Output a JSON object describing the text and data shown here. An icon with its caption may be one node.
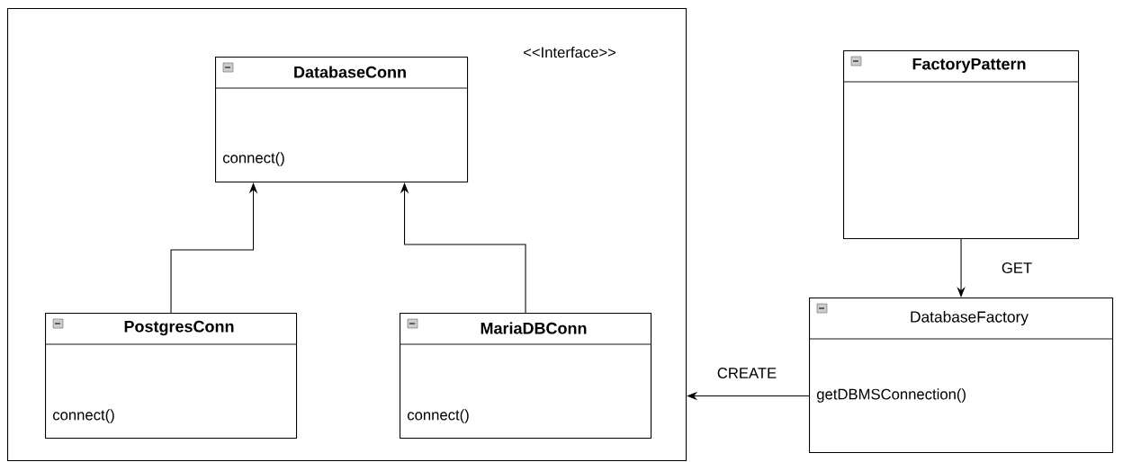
{
  "diagram": {
    "nodes": [
      {
        "text": [
          "<<Interface>>"
        ]
      },
      {
        "text": [
          "DatabaseConn",
          "connect()"
        ],
        "in": 0
      },
      {
        "text": [
          "PostgresConn",
          "connect()"
        ],
        "in": 0
      },
      {
        "text": [
          "MariaDBConn",
          "connect()"
        ],
        "in": 0
      },
      {
        "text": [
          "FactoryPattern"
        ]
      },
      {
        "text": [
          "DatabaseFactory",
          "getDBMSConnection()"
        ]
      }
    ],
    "edges": [
      {
        "from": 2,
        "to": 1,
        "arrow": "to"
      },
      {
        "from": 3,
        "to": 1,
        "arrow": "to"
      },
      {
        "from": 4,
        "to": 5,
        "arrow": "to",
        "label": "GET"
      },
      {
        "from": 5,
        "to": 0,
        "arrow": "to",
        "label": "CREATE"
      }
    ]
  }
}
